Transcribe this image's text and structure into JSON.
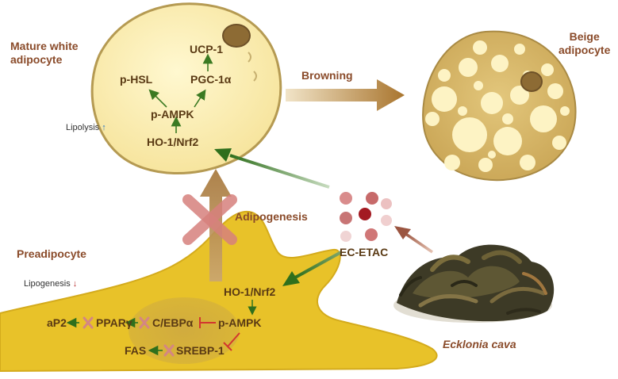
{
  "cells": {
    "mature_white": "Mature white\nadipocyte",
    "beige": "Beige\nadipocyte",
    "preadipocyte": "Preadipocyte"
  },
  "pathway_top": {
    "ucp1": "UCP-1",
    "phsl": "p-HSL",
    "pgc1a": "PGC-1α",
    "pampk": "p-AMPK",
    "ho1": "HO-1/Nrf2",
    "lipolysis": "Lipolysis"
  },
  "pathway_bottom": {
    "ho1": "HO-1/Nrf2",
    "pampk": "p-AMPK",
    "ap2": "aP2",
    "ppar": "PPARγ",
    "cebp": "C/EBPα",
    "fas": "FAS",
    "srebp": "SREBP-1",
    "lipogenesis": "Lipogenesis"
  },
  "processes": {
    "browning": "Browning",
    "adipogenesis": "Adipogenesis"
  },
  "compound": {
    "name": "EC-ETAC",
    "source": "Ecklonia cava"
  },
  "colors": {
    "text_brown": "#8a4b2a",
    "cell_fill": "#fbeeb0",
    "cell_border": "#b59a52",
    "preadipocyte_fill": "#e8c229",
    "nucleus": "#8d6b34",
    "green_arrow": "#3b7a22",
    "inhibit_red": "#d2362f",
    "browning_arrow": "#b58a4a"
  }
}
